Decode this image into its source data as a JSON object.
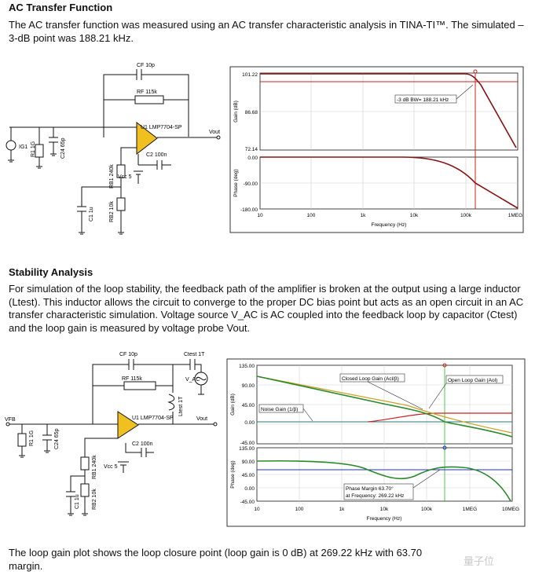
{
  "section1": {
    "title": "AC Transfer Function",
    "para": "The AC transfer function was measured using an AC transfer characteristic analysis in TINA-TI™. The simulated –3-dB point was 188.21 kHz."
  },
  "schematic1": {
    "cf": "CF 10p",
    "rf": "RF 115k",
    "u1": "U1 LMP7704-SP",
    "vout": "Vout",
    "ig1": "IG1",
    "r1": "R1 1G",
    "c24": "C24 65p",
    "c2": "C2 100n",
    "rb1": "RB1 240k",
    "vcc": "Vcc 5",
    "c1": "C1 1u",
    "rb2": "RB2 10k"
  },
  "chart1": {
    "gain_ylabel": "Gain (dB)",
    "phase_ylabel": "Phase (deg)",
    "xlabel": "Frequency (Hz)",
    "gain_ticks": [
      "101.22",
      "86.68",
      "72.14"
    ],
    "phase_ticks": [
      "0.00",
      "-90.00",
      "-180.00"
    ],
    "x_ticks": [
      "10",
      "100",
      "1k",
      "10k",
      "100k",
      "1MEG"
    ],
    "annotation": "-3 dB BW= 188.21 kHz"
  },
  "section2": {
    "title": "Stability Analysis",
    "para": "For simulation of the loop stability, the feedback path of the amplifier is broken at the output using a large inductor (Ltest). This inductor allows the circuit to converge to the proper DC bias point but acts as an open circuit in an AC transfer characteristic simulation. Voltage source V_AC is AC coupled into the feedback loop by capacitor (Ctest) and the loop gain is measured by voltage probe Vout."
  },
  "schematic2": {
    "cf": "CF 10p",
    "rf": "RF 115k",
    "ctest": "Ctest 1T",
    "vac": "V_AC",
    "ltest": "Ltest 1T",
    "u1": "U1 LMP7704-SP",
    "vout": "Vout",
    "vfb": "VFB",
    "r1": "R1 1G",
    "c24": "C24 65p",
    "c2": "C2 100n",
    "rb1": "RB1 240k",
    "vcc": "Vcc 5",
    "c1": "C1 1u",
    "rb2": "RB2 10k"
  },
  "chart2": {
    "gain_ylabel": "Gain (dB)",
    "phase_ylabel": "Phase (deg)",
    "xlabel": "Frequency (Hz)",
    "gain_ticks": [
      "135.00",
      "90.00",
      "45.00",
      "0.00",
      "-45.00"
    ],
    "phase_ticks": [
      "135.00",
      "90.00",
      "45.00",
      "0.00",
      "-45.00"
    ],
    "x_ticks": [
      "10",
      "100",
      "1k",
      "10k",
      "100k",
      "1MEG",
      "10MEG"
    ],
    "closed_loop": "Closed Loop Gain (Acl/β)",
    "open_loop": "Open Loop Gain (Aol)",
    "noise_gain": "Noise Gain (1/β)",
    "phase_margin_1": "Phase Margin 63.70°",
    "phase_margin_2": "at Frequency: 269.22 kHz"
  },
  "closing": {
    "line1": "The loop gain plot shows the loop closure point (loop gain is 0 dB) at 269.22 kHz with 63.70",
    "line2": "margin."
  },
  "watermark": "量子位"
}
